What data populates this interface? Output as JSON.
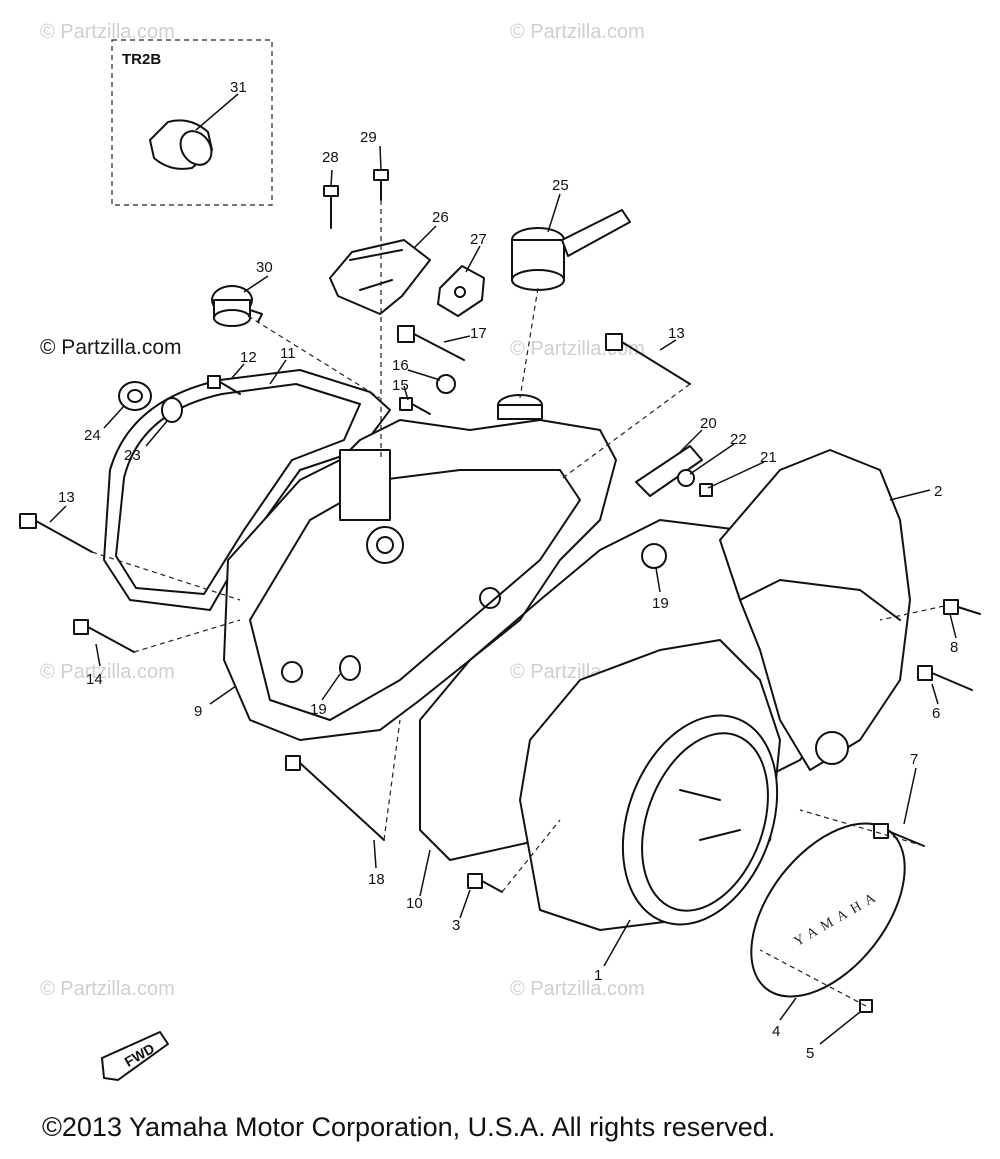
{
  "watermark": "© Partzilla.com",
  "watermark_prominent": "© Partzilla.com",
  "inset_box_label": "TR2B",
  "fwd_arrow_label": "FWD",
  "cover_emblem_text": "YAMAHA",
  "copyright": "©2013 Yamaha Motor Corporation, U.S.A. All rights reserved.",
  "callouts": {
    "c1": "1",
    "c2": "2",
    "c3": "3",
    "c4": "4",
    "c5": "5",
    "c6": "6",
    "c7": "7",
    "c8": "8",
    "c9": "9",
    "c10": "10",
    "c11": "11",
    "c12": "12",
    "c13a": "13",
    "c13b": "13",
    "c14": "14",
    "c15": "15",
    "c16": "16",
    "c17": "17",
    "c18": "18",
    "c19a": "19",
    "c19b": "19",
    "c20": "20",
    "c21": "21",
    "c22": "22",
    "c23": "23",
    "c24": "24",
    "c25": "25",
    "c26": "26",
    "c27": "27",
    "c28": "28",
    "c29": "29",
    "c30": "30",
    "c31": "31"
  }
}
